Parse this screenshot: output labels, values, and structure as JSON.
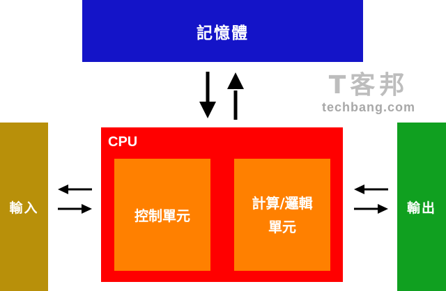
{
  "diagram": {
    "memory": {
      "label": "記憶體"
    },
    "input": {
      "label": "輸入"
    },
    "output": {
      "label": "輸出"
    },
    "cpu": {
      "label": "CPU",
      "control_unit": {
        "label": "控制單元"
      },
      "alu": {
        "line1": "計算/邏輯",
        "line2": "單元"
      }
    },
    "watermark": {
      "chinese": "T客邦",
      "site": "techbang.com"
    },
    "colors": {
      "memory": "#1414c8",
      "input": "#b8900a",
      "output": "#10a020",
      "cpu": "#ff0000",
      "unit": "#ff8000",
      "arrow": "#000000"
    }
  }
}
